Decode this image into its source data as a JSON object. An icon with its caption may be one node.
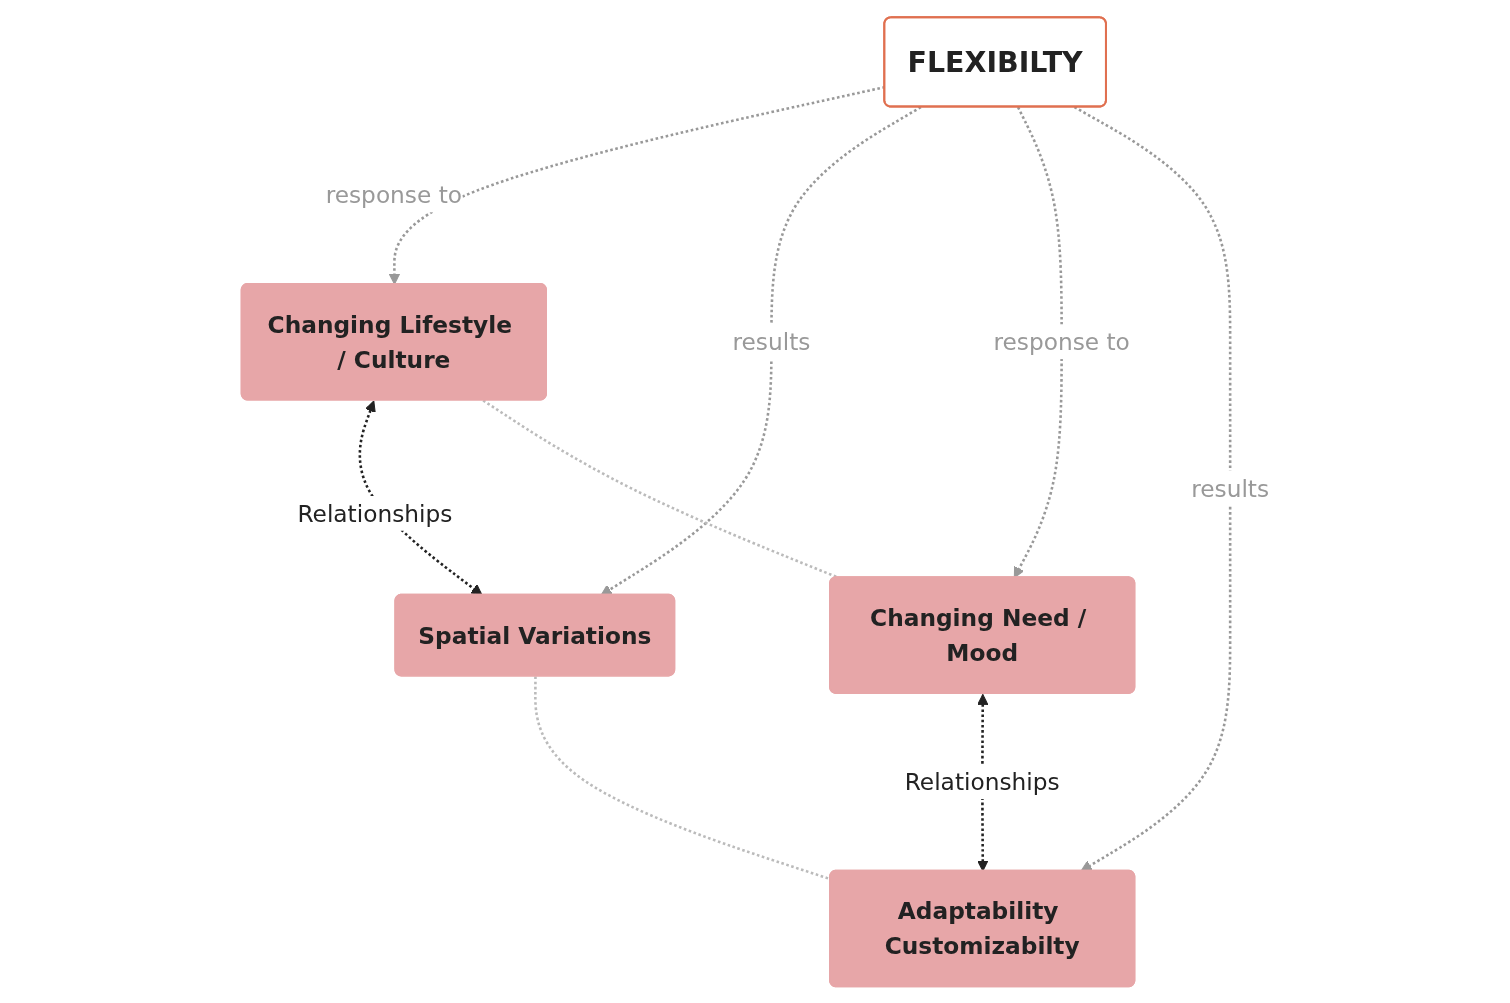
{
  "diagram": {
    "nodes": [
      {
        "text": [
          "Changing Lifestyle / Culture"
        ]
      },
      {
        "text": [
          "Spatial Variations"
        ]
      },
      {
        "text": [
          "FLEXIBILTY"
        ]
      },
      {
        "text": [
          "Changing Need / Mood"
        ]
      },
      {
        "text": [
          "Adaptability Customizabilty"
        ]
      }
    ],
    "edges": [
      {
        "from": 0,
        "to": 1,
        "arrow": "both",
        "label": "Relationships",
        "style": "dashed",
        "color": "#222222"
      },
      {
        "from": 2,
        "to": 0,
        "arrow": "to",
        "label": "response to",
        "style": "dashed"
      },
      {
        "from": 2,
        "to": 1,
        "arrow": "to",
        "label": "results",
        "style": "dashed"
      },
      {
        "from": 0,
        "to": 3,
        "arrow": "none",
        "style": "dashed",
        "color": "#bbbbbb"
      },
      {
        "from": 1,
        "to": 4,
        "arrow": "none",
        "style": "dashed",
        "color": "#bbbbbb"
      },
      {
        "from": 2,
        "to": 3,
        "arrow": "to",
        "label": "response to",
        "style": "dashed"
      },
      {
        "from": 2,
        "to": 4,
        "arrow": "to",
        "label": "results",
        "style": "dashed"
      },
      {
        "from": 3,
        "to": 4,
        "arrow": "both",
        "label": "Relationships",
        "style": "dashed",
        "color": "#222222"
      }
    ]
  }
}
